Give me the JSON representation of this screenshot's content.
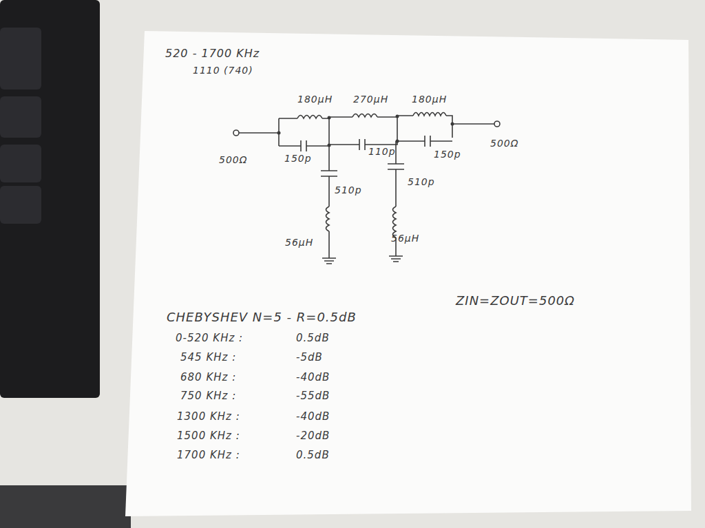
{
  "diagram": {
    "title": "520 - 1700 KHz",
    "labels": [
      "1110 (740)",
      "180μH",
      "270μH",
      "180μH",
      "150p",
      "110p",
      "150p",
      "510p",
      "510p",
      "56μH",
      "56μH",
      "500Ω",
      "500Ω",
      "CHEBYSHEV N=5 - R=0.5dB",
      "ZIN=ZOUT=500Ω",
      "0-520 KHz :",
      "0.5dB",
      "545 KHz :",
      "-5dB",
      "680 KHz :",
      "-40dB",
      "750 KHz :",
      "-55dB",
      "1300 KHz :",
      "-40dB",
      "1500 KHz :",
      "-20dB",
      "1700 KHz :",
      "0.5dB"
    ]
  }
}
